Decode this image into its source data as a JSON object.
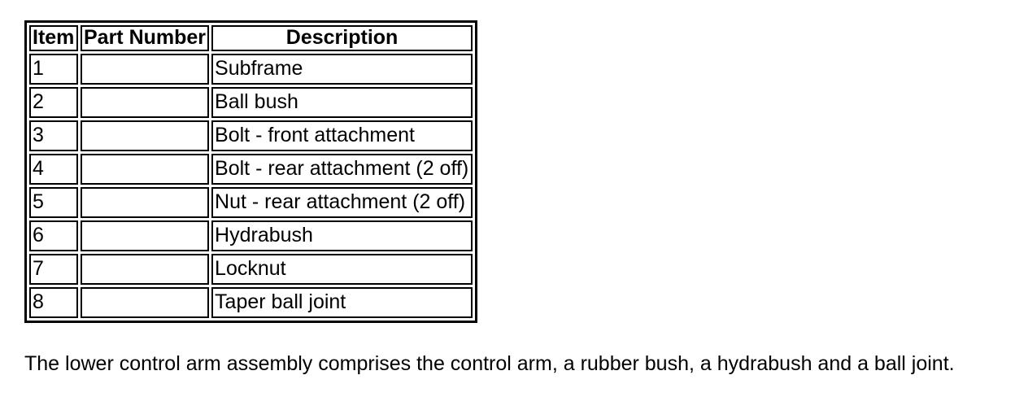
{
  "page": {
    "background_color": "#ffffff",
    "text_color": "#000000",
    "border_color": "#000000"
  },
  "parts_table": {
    "headers": [
      "Item",
      "Part Number",
      "Description"
    ],
    "rows": [
      {
        "item": "1",
        "part_number": "",
        "description": "Subframe"
      },
      {
        "item": "2",
        "part_number": "",
        "description": "Ball bush"
      },
      {
        "item": "3",
        "part_number": "",
        "description": "Bolt - front attachment"
      },
      {
        "item": "4",
        "part_number": "",
        "description": "Bolt - rear attachment (2 off)"
      },
      {
        "item": "5",
        "part_number": "",
        "description": "Nut - rear attachment (2 off)"
      },
      {
        "item": "6",
        "part_number": "",
        "description": "Hydrabush"
      },
      {
        "item": "7",
        "part_number": "",
        "description": "Locknut"
      },
      {
        "item": "8",
        "part_number": "",
        "description": "Taper ball joint"
      }
    ]
  },
  "note": {
    "text": "The lower control arm assembly comprises the control arm, a rubber bush, a hydrabush and a ball joint."
  }
}
